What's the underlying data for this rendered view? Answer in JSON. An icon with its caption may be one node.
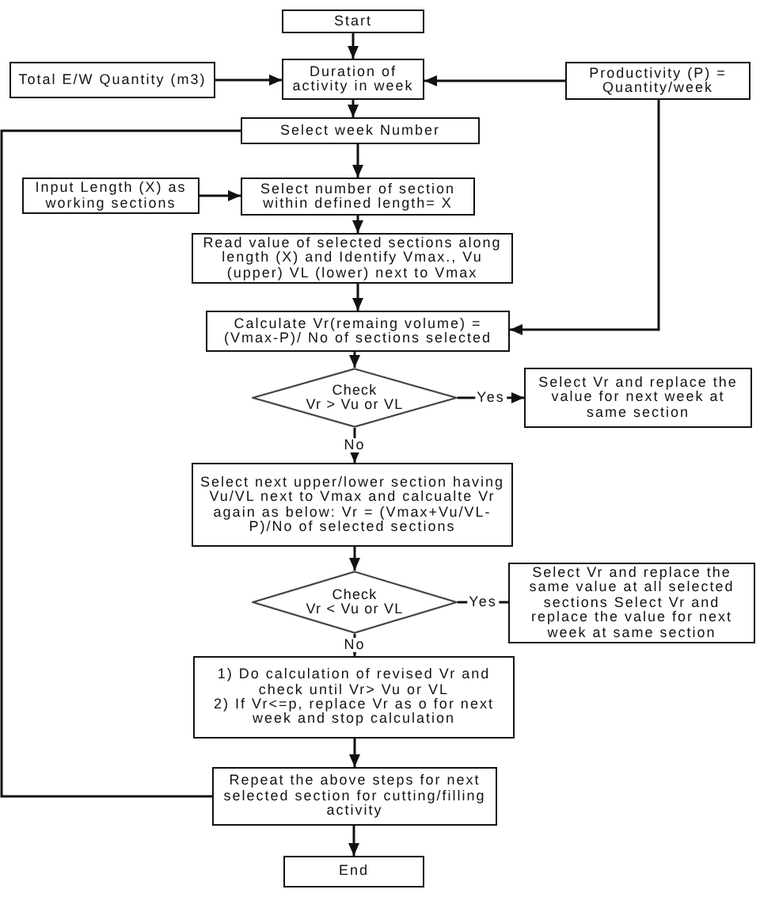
{
  "diagram": {
    "nodes": [
      {
        "text": [
          "Start"
        ]
      },
      {
        "text": [
          "Total E/W Quantity (m3)"
        ]
      },
      {
        "text": [
          "Duration of activity in week"
        ]
      },
      {
        "text": [
          "Productivity (P) = Quantity/week"
        ]
      },
      {
        "text": [
          "Select week Number"
        ]
      },
      {
        "text": [
          "Input Length (X) as working sections"
        ]
      },
      {
        "text": [
          "Select number of section within defined length= X"
        ]
      },
      {
        "text": [
          "Read value of selected sections along length (X) and Identify Vmax., Vu (upper) VL (lower) next to Vmax"
        ]
      },
      {
        "text": [
          "Calculate Vr(remaing volume) = (Vmax-P)/ No of sections selected"
        ]
      },
      {
        "text": [
          "Check",
          "Vr > Vu or VL"
        ]
      },
      {
        "text": [
          "Select Vr and replace the value for next week at same section"
        ]
      },
      {
        "text": [
          "Select next upper/lower section having Vu/VL next to Vmax and calcualte Vr again as below: Vr = (Vmax+Vu/VL-P)/No of selected sections"
        ]
      },
      {
        "text": [
          "Check",
          "Vr < Vu or VL"
        ]
      },
      {
        "text": [
          "Select Vr and replace the same value at all selected sections Select Vr and replace the value for next week at same section"
        ]
      },
      {
        "text": [
          "1) Do calculation of revised Vr and check until Vr> Vu or VL",
          "2) If Vr<=p, replace Vr as o for next week and stop calculation"
        ]
      },
      {
        "text": [
          "Repeat the above steps for next selected section for cutting/filling activity"
        ]
      },
      {
        "text": [
          "End"
        ]
      }
    ],
    "edges": [
      {
        "from": 0,
        "to": 2,
        "arrow": "to"
      },
      {
        "from": 1,
        "to": 2,
        "arrow": "to"
      },
      {
        "from": 3,
        "to": 2,
        "arrow": "to"
      },
      {
        "from": 2,
        "to": 4,
        "arrow": "to"
      },
      {
        "from": 4,
        "to": 6,
        "arrow": "to"
      },
      {
        "from": 5,
        "to": 6,
        "arrow": "to"
      },
      {
        "from": 6,
        "to": 7,
        "arrow": "to"
      },
      {
        "from": 7,
        "to": 8,
        "arrow": "to"
      },
      {
        "from": 3,
        "to": 8,
        "arrow": "to"
      },
      {
        "from": 8,
        "to": 9,
        "arrow": "to"
      },
      {
        "from": 9,
        "to": 10,
        "arrow": "to",
        "label": "Yes"
      },
      {
        "from": 9,
        "to": 11,
        "arrow": "to",
        "label": "No"
      },
      {
        "from": 11,
        "to": 12,
        "arrow": "to"
      },
      {
        "from": 12,
        "to": 13,
        "arrow": "none",
        "label": "Yes"
      },
      {
        "from": 12,
        "to": 14,
        "arrow": "to",
        "label": "No"
      },
      {
        "from": 14,
        "to": 15,
        "arrow": "to"
      },
      {
        "from": 15,
        "to": 16,
        "arrow": "to"
      },
      {
        "from": 15,
        "to": 4,
        "arrow": "none"
      }
    ]
  }
}
